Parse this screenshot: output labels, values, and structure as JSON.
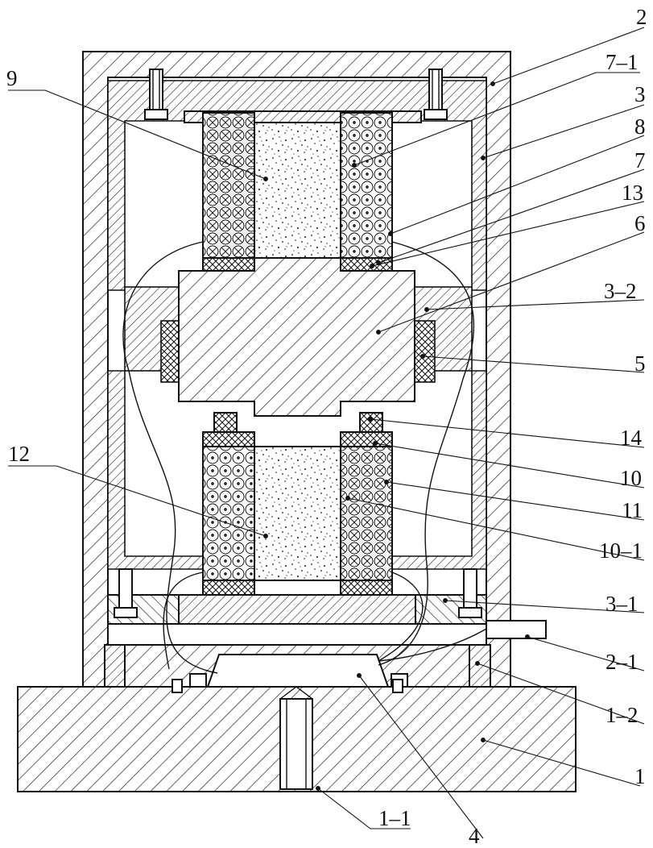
{
  "figure": {
    "labels": [
      {
        "id": "lbl-2",
        "text": "2"
      },
      {
        "id": "lbl-7-1",
        "text": "7–1"
      },
      {
        "id": "lbl-3",
        "text": "3"
      },
      {
        "id": "lbl-8",
        "text": "8"
      },
      {
        "id": "lbl-7",
        "text": "7"
      },
      {
        "id": "lbl-13",
        "text": "13"
      },
      {
        "id": "lbl-6",
        "text": "6"
      },
      {
        "id": "lbl-3-2",
        "text": "3–2"
      },
      {
        "id": "lbl-5",
        "text": "5"
      },
      {
        "id": "lbl-14",
        "text": "14"
      },
      {
        "id": "lbl-10",
        "text": "10"
      },
      {
        "id": "lbl-11",
        "text": "11"
      },
      {
        "id": "lbl-10-1",
        "text": "10–1"
      },
      {
        "id": "lbl-3-1",
        "text": "3–1"
      },
      {
        "id": "lbl-2-1",
        "text": "2–1"
      },
      {
        "id": "lbl-1-2",
        "text": "1–2"
      },
      {
        "id": "lbl-1",
        "text": "1"
      },
      {
        "id": "lbl-4",
        "text": "4"
      },
      {
        "id": "lbl-1-1",
        "text": "1–1"
      },
      {
        "id": "lbl-9",
        "text": "9"
      },
      {
        "id": "lbl-12",
        "text": "12"
      }
    ]
  }
}
